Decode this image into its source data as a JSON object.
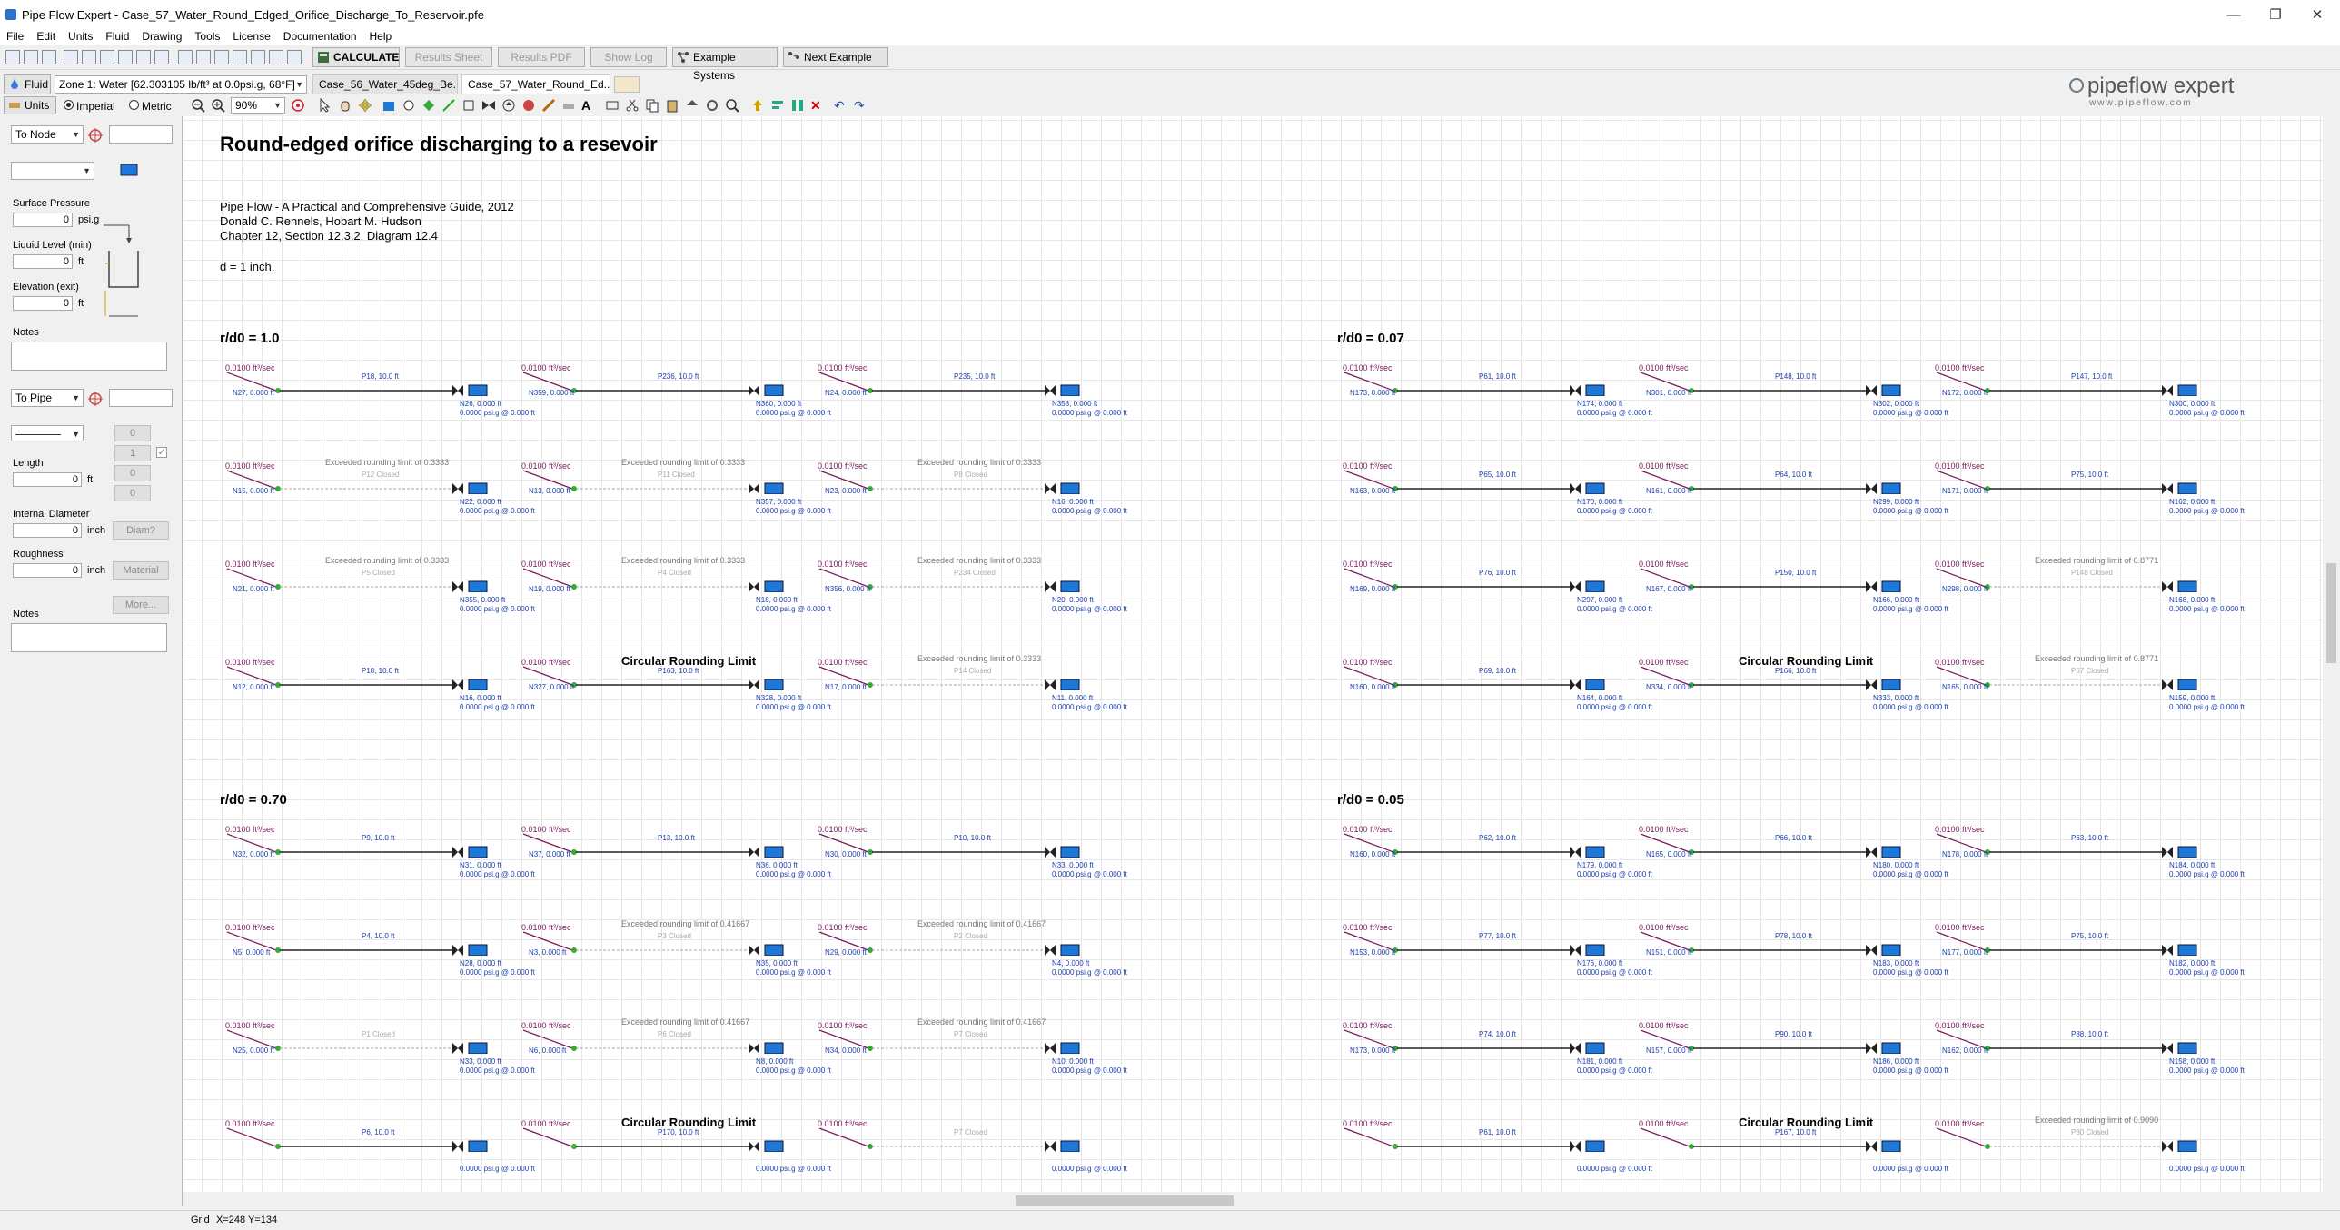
{
  "window": {
    "title": "Pipe Flow Expert - Case_57_Water_Round_Edged_Orifice_Discharge_To_Reservoir.pfe",
    "controls": [
      "—",
      "❐",
      "✕"
    ]
  },
  "menu": [
    "File",
    "Edit",
    "Units",
    "Fluid",
    "Drawing",
    "Tools",
    "License",
    "Documentation",
    "Help"
  ],
  "toolbar": {
    "calculate": "CALCULATE",
    "results_sheet": "Results Sheet",
    "results_pdf": "Results PDF",
    "show_log": "Show Log",
    "example_systems": "Example Systems",
    "next_example": "Next Example"
  },
  "row2": {
    "fluid_button": "Fluid",
    "fluid_zone": "Zone 1: Water [62.303105 lb/ft³ at 0.0psi.g, 68°F]",
    "tabs": [
      "Case_56_Water_45deg_Be...",
      "Case_57_Water_Round_Ed...X"
    ],
    "units_button": "Units",
    "imperial": "Imperial",
    "metric": "Metric",
    "zoom": "90%"
  },
  "logo": {
    "main": "pipeflow expert",
    "url": "www.pipeflow.com"
  },
  "left_panel": {
    "to_node": "To Node",
    "surface_pressure_label": "Surface Pressure",
    "surface_pressure_value": "0",
    "surface_pressure_unit": "psi.g",
    "liquid_level_label": "Liquid Level (min)",
    "liquid_level_value": "0",
    "liquid_level_unit": "ft",
    "elevation_label": "Elevation (exit)",
    "elevation_value": "0",
    "elevation_unit": "ft",
    "notes_label": "Notes",
    "to_pipe": "To Pipe",
    "length_label": "Length",
    "length_value": "0",
    "length_unit": "ft",
    "internal_diameter_label": "Internal Diameter",
    "internal_diameter_value": "0",
    "internal_diameter_unit": "inch",
    "diam_button": "Diam?",
    "roughness_label": "Roughness",
    "roughness_value": "0",
    "roughness_unit": "inch",
    "material_button": "Material",
    "more_button": "More...",
    "notes2_label": "Notes",
    "small_counts": [
      "0",
      "1",
      "0",
      "0"
    ]
  },
  "canvas": {
    "title": "Round-edged orifice discharging to a resevoir",
    "reference": [
      "Pipe Flow - A Practical and Comprehensive Guide, 2012",
      "Donald C. Rennels, Hobart M. Hudson",
      "Chapter 12, Section 12.3.2, Diagram 12.4"
    ],
    "d_label": "d = 1 inch.",
    "sections": [
      {
        "title": "r/d0 = 1.0",
        "rows": [
          [
            {
              "node": "N27, 0.000 ft",
              "pipe": "P18, 10.0 ft",
              "end": "N26, 0.000 ft",
              "note": ""
            },
            {
              "node": "N359, 0.000 ft",
              "pipe": "P236, 10.0 ft",
              "end": "N360, 0.000 ft",
              "note": ""
            },
            {
              "node": "N24, 0.000 ft",
              "pipe": "P235, 10.0 ft",
              "end": "N358, 0.000 ft",
              "note": ""
            }
          ],
          [
            {
              "node": "N15, 0.000 ft",
              "pipe": "P12 Closed",
              "end": "N22, 0.000 ft",
              "note": "Exceeded rounding limit of 0.3333"
            },
            {
              "node": "N13, 0.000 ft",
              "pipe": "P11 Closed",
              "end": "N357, 0.000 ft",
              "note": "Exceeded rounding limit of 0.3333"
            },
            {
              "node": "N23, 0.000 ft",
              "pipe": "P8 Closed",
              "end": "N16, 0.000 ft",
              "note": "Exceeded rounding limit of 0.3333"
            }
          ],
          [
            {
              "node": "N21, 0.000 ft",
              "pipe": "P5 Closed",
              "end": "N355, 0.000 ft",
              "note": "Exceeded rounding limit of 0.3333"
            },
            {
              "node": "N19, 0.000 ft",
              "pipe": "P4 Closed",
              "end": "N18, 0.000 ft",
              "note": "Exceeded rounding limit of 0.3333"
            },
            {
              "node": "N356, 0.000 ft",
              "pipe": "P234 Closed",
              "end": "N20, 0.000 ft",
              "note": "Exceeded rounding limit of 0.3333"
            }
          ],
          [
            {
              "node": "N12, 0.000 ft",
              "pipe": "P18, 10.0 ft",
              "end": "N16, 0.000 ft",
              "note": ""
            },
            {
              "node": "N327, 0.000 ft",
              "pipe": "P163, 10.0 ft",
              "end": "N328, 0.000 ft",
              "note": "Circular Rounding Limit"
            },
            {
              "node": "N17, 0.000 ft",
              "pipe": "P14 Closed",
              "end": "N11, 0.000 ft",
              "note": "Exceeded rounding limit of 0.3333"
            }
          ]
        ]
      },
      {
        "title": "r/d0 = 0.07",
        "rows": [
          [
            {
              "node": "N173, 0.000 ft",
              "pipe": "P61, 10.0 ft",
              "end": "N174, 0.000 ft",
              "note": ""
            },
            {
              "node": "N301, 0.000 ft",
              "pipe": "P148, 10.0 ft",
              "end": "N302, 0.000 ft",
              "note": ""
            },
            {
              "node": "N172, 0.000 ft",
              "pipe": "P147, 10.0 ft",
              "end": "N300, 0.000 ft",
              "note": ""
            }
          ],
          [
            {
              "node": "N163, 0.000 ft",
              "pipe": "P65, 10.0 ft",
              "end": "N170, 0.000 ft",
              "note": ""
            },
            {
              "node": "N161, 0.000 ft",
              "pipe": "P64, 10.0 ft",
              "end": "N299, 0.000 ft",
              "note": ""
            },
            {
              "node": "N171, 0.000 ft",
              "pipe": "P75, 10.0 ft",
              "end": "N162, 0.000 ft",
              "note": ""
            }
          ],
          [
            {
              "node": "N169, 0.000 ft",
              "pipe": "P76, 10.0 ft",
              "end": "N297, 0.000 ft",
              "note": ""
            },
            {
              "node": "N167, 0.000 ft",
              "pipe": "P150, 10.0 ft",
              "end": "N166, 0.000 ft",
              "note": ""
            },
            {
              "node": "N298, 0.000 ft",
              "pipe": "P148 Closed",
              "end": "N168, 0.000 ft",
              "note": "Exceeded rounding limit of 0.8771"
            }
          ],
          [
            {
              "node": "N160, 0.000 ft",
              "pipe": "P69, 10.0 ft",
              "end": "N164, 0.000 ft",
              "note": ""
            },
            {
              "node": "N334, 0.000 ft",
              "pipe": "P166, 10.0 ft",
              "end": "N333, 0.000 ft",
              "note": "Circular Rounding Limit"
            },
            {
              "node": "N165, 0.000 ft",
              "pipe": "P67 Closed",
              "end": "N159, 0.000 ft",
              "note": "Exceeded rounding limit of 0.8771"
            }
          ]
        ]
      },
      {
        "title": "r/d0 = 0.70",
        "rows": [
          [
            {
              "node": "N32, 0.000 ft",
              "pipe": "P9, 10.0 ft",
              "end": "N31, 0.000 ft",
              "note": ""
            },
            {
              "node": "N37, 0.000 ft",
              "pipe": "P13, 10.0 ft",
              "end": "N36, 0.000 ft",
              "note": ""
            },
            {
              "node": "N30, 0.000 ft",
              "pipe": "P10, 10.0 ft",
              "end": "N33, 0.000 ft",
              "note": ""
            }
          ],
          [
            {
              "node": "N5, 0.000 ft",
              "pipe": "P4, 10.0 ft",
              "end": "N28, 0.000 ft",
              "note": ""
            },
            {
              "node": "N3, 0.000 ft",
              "pipe": "P3 Closed",
              "end": "N35, 0.000 ft",
              "note": "Exceeded rounding limit of 0.41667"
            },
            {
              "node": "N29, 0.000 ft",
              "pipe": "P2 Closed",
              "end": "N4, 0.000 ft",
              "note": "Exceeded rounding limit of 0.41667"
            }
          ],
          [
            {
              "node": "N25, 0.000 ft",
              "pipe": "P1 Closed",
              "end": "N33, 0.000 ft",
              "note": ""
            },
            {
              "node": "N6, 0.000 ft",
              "pipe": "P6 Closed",
              "end": "N8, 0.000 ft",
              "note": "Exceeded rounding limit of 0.41667"
            },
            {
              "node": "N34, 0.000 ft",
              "pipe": "P7 Closed",
              "end": "N10, 0.000 ft",
              "note": "Exceeded rounding limit of 0.41667"
            }
          ],
          [
            {
              "node": "",
              "pipe": "P6, 10.0 ft",
              "end": "",
              "note": ""
            },
            {
              "node": "",
              "pipe": "P170, 10.0 ft",
              "end": "",
              "note": "Circular Rounding Limit"
            },
            {
              "node": "",
              "pipe": "P7 Closed",
              "end": "",
              "note": ""
            }
          ]
        ]
      },
      {
        "title": "r/d0 = 0.05",
        "rows": [
          [
            {
              "node": "N160, 0.000 ft",
              "pipe": "P62, 10.0 ft",
              "end": "N179, 0.000 ft",
              "note": ""
            },
            {
              "node": "N165, 0.000 ft",
              "pipe": "P66, 10.0 ft",
              "end": "N180, 0.000 ft",
              "note": ""
            },
            {
              "node": "N178, 0.000 ft",
              "pipe": "P63, 10.0 ft",
              "end": "N184, 0.000 ft",
              "note": ""
            }
          ],
          [
            {
              "node": "N153, 0.000 ft",
              "pipe": "P77, 10.0 ft",
              "end": "N176, 0.000 ft",
              "note": ""
            },
            {
              "node": "N151, 0.000 ft",
              "pipe": "P78, 10.0 ft",
              "end": "N183, 0.000 ft",
              "note": ""
            },
            {
              "node": "N177, 0.000 ft",
              "pipe": "P75, 10.0 ft",
              "end": "N182, 0.000 ft",
              "note": ""
            }
          ],
          [
            {
              "node": "N173, 0.000 ft",
              "pipe": "P74, 10.0 ft",
              "end": "N181, 0.000 ft",
              "note": ""
            },
            {
              "node": "N157, 0.000 ft",
              "pipe": "P90, 10.0 ft",
              "end": "N186, 0.000 ft",
              "note": ""
            },
            {
              "node": "N162, 0.000 ft",
              "pipe": "P88, 10.0 ft",
              "end": "N158, 0.000 ft",
              "note": ""
            }
          ],
          [
            {
              "node": "",
              "pipe": "P61, 10.0 ft",
              "end": "",
              "note": ""
            },
            {
              "node": "",
              "pipe": "P167, 10.0 ft",
              "end": "",
              "note": "Circular Rounding Limit"
            },
            {
              "node": "",
              "pipe": "P80 Closed",
              "end": "",
              "note": "Exceeded rounding limit of 0.9090"
            }
          ]
        ]
      }
    ],
    "flow_label": "0.0100 ft³/sec",
    "end_pressure": "0.0000 psi.g @ 0.000 ft"
  },
  "status": {
    "grid": "Grid",
    "coords": "X=248  Y=134"
  },
  "colors": {
    "flow": "#7a1a5a",
    "node": "#1a3fb0",
    "tank": "#1e78d8",
    "open_pipe": "#222222",
    "closed_pipe": "#aaaaaa"
  }
}
